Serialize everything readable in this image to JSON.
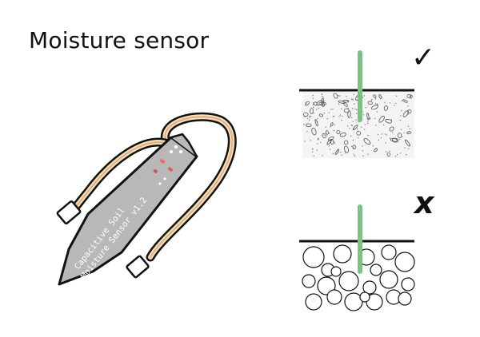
{
  "title": "Moisture sensor",
  "sensor": {
    "label_line1": "Capacitive Soil",
    "label_line2": "Moisture Sensor v1.2"
  },
  "panels": {
    "correct": {
      "mark": "✓",
      "soil": "fine"
    },
    "incorrect": {
      "mark": "x",
      "soil": "coarse"
    }
  },
  "colors": {
    "probe": "#7cc287",
    "board": "#b8b8b8",
    "cable_red": "#e9a6a0",
    "cable_yellow": "#f2e6a8",
    "outline": "#111111"
  }
}
